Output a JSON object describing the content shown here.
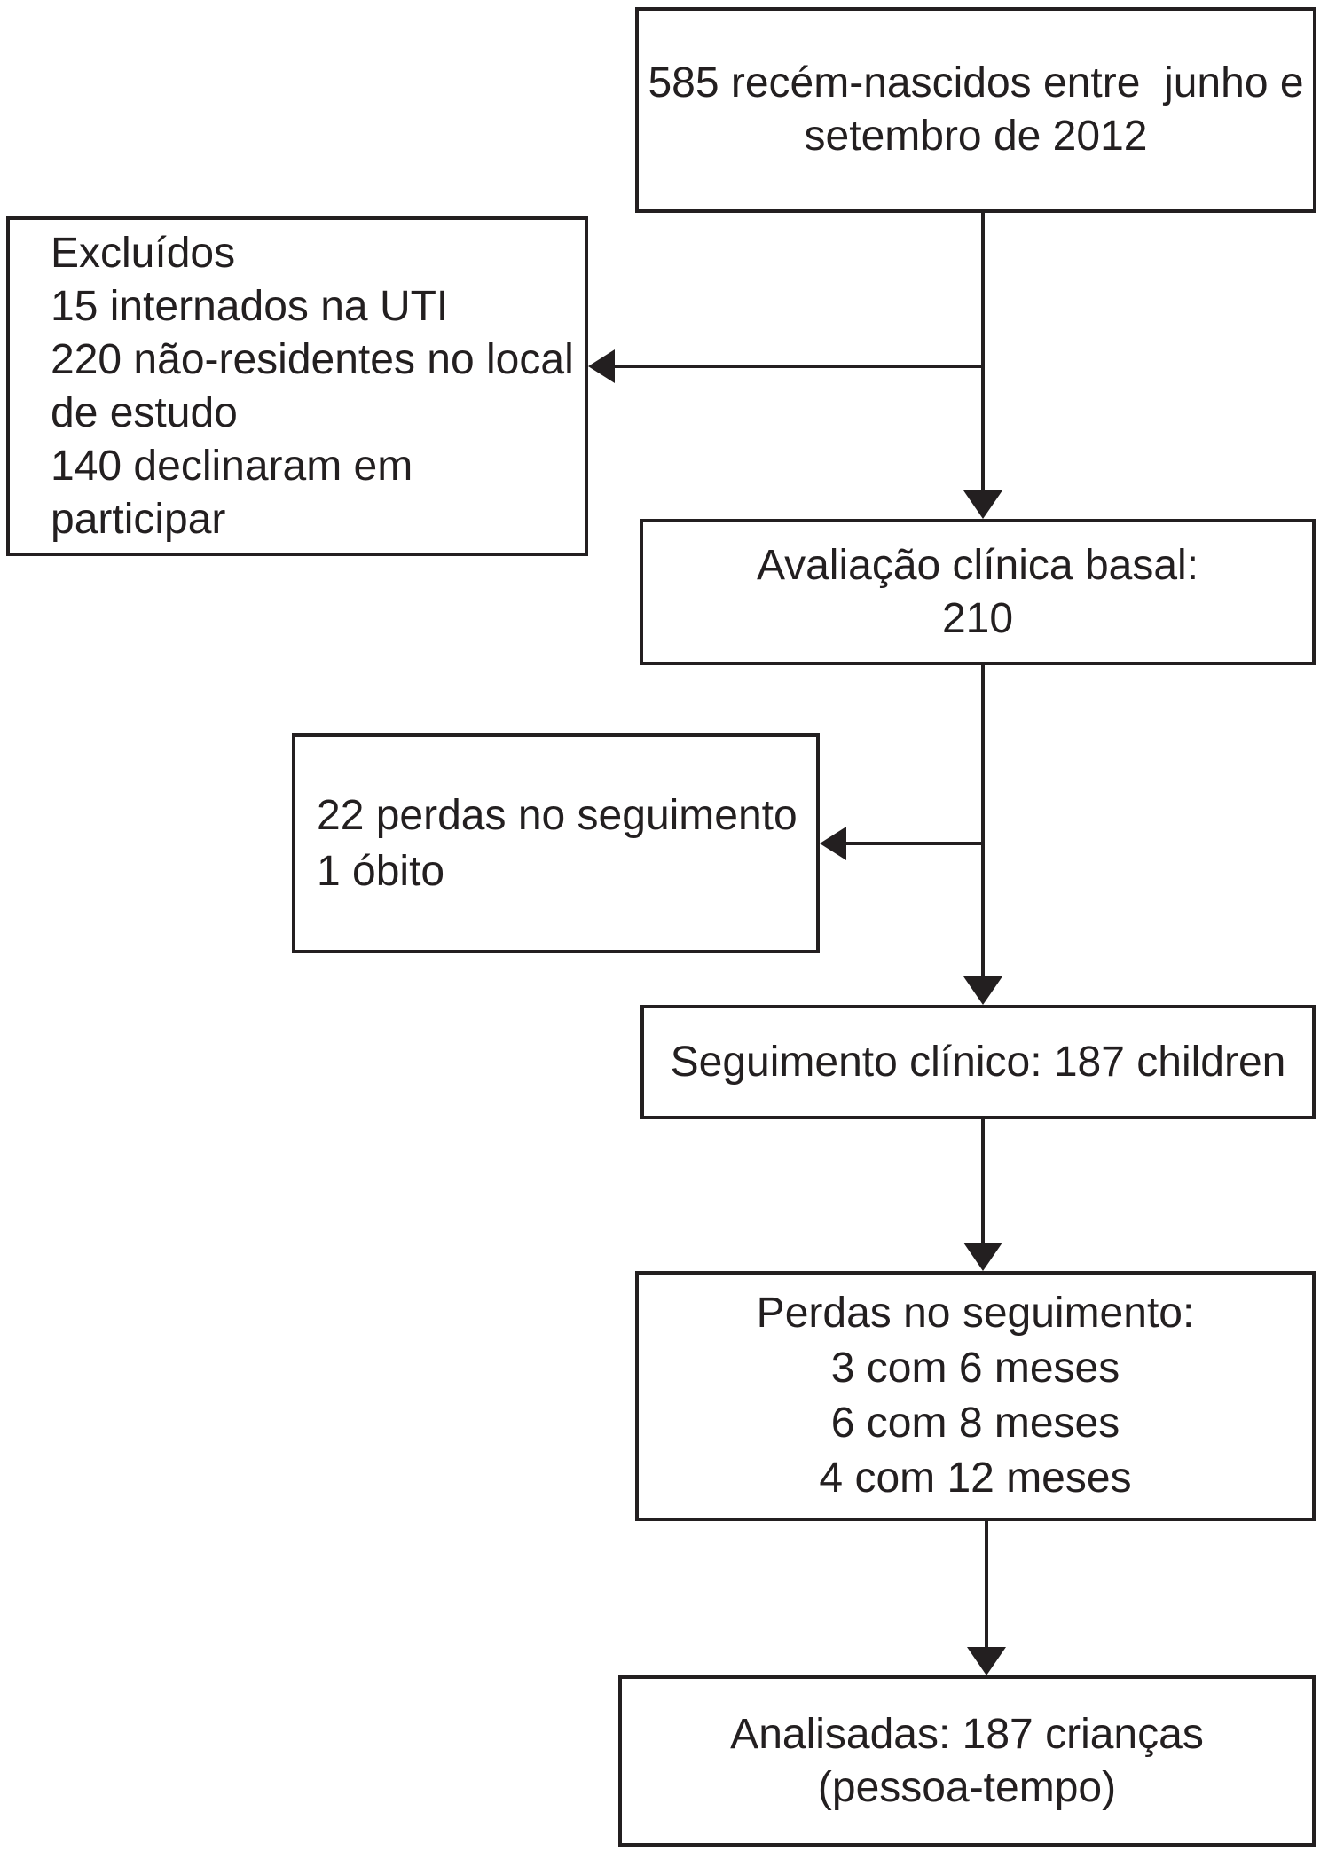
{
  "colors": {
    "ink": "#231f20",
    "background": "#ffffff"
  },
  "diagram": {
    "type": "flowchart",
    "boxes": {
      "enrollment": {
        "lines": [
          "585 recém-nascidos entre  junho e",
          "setembro de 2012"
        ]
      },
      "excluded": {
        "lines": [
          "Excluídos",
          "15 internados na UTI",
          "220 não-residentes no local",
          "de estudo",
          "140 declinaram em",
          "participar"
        ]
      },
      "baseline": {
        "lines": [
          "Avaliação clínica basal:",
          "210"
        ]
      },
      "losses1": {
        "lines": [
          "22 perdas no seguimento",
          "1 óbito"
        ]
      },
      "followup": {
        "lines": [
          "Seguimento clínico: 187 children"
        ]
      },
      "losses2": {
        "lines": [
          "Perdas no seguimento:",
          "3 com 6 meses",
          "6 com 8 meses",
          "4 com 12 meses"
        ]
      },
      "analyzed": {
        "lines": [
          "Analisadas: 187 crianças",
          "(pessoa-tempo)"
        ]
      }
    }
  }
}
